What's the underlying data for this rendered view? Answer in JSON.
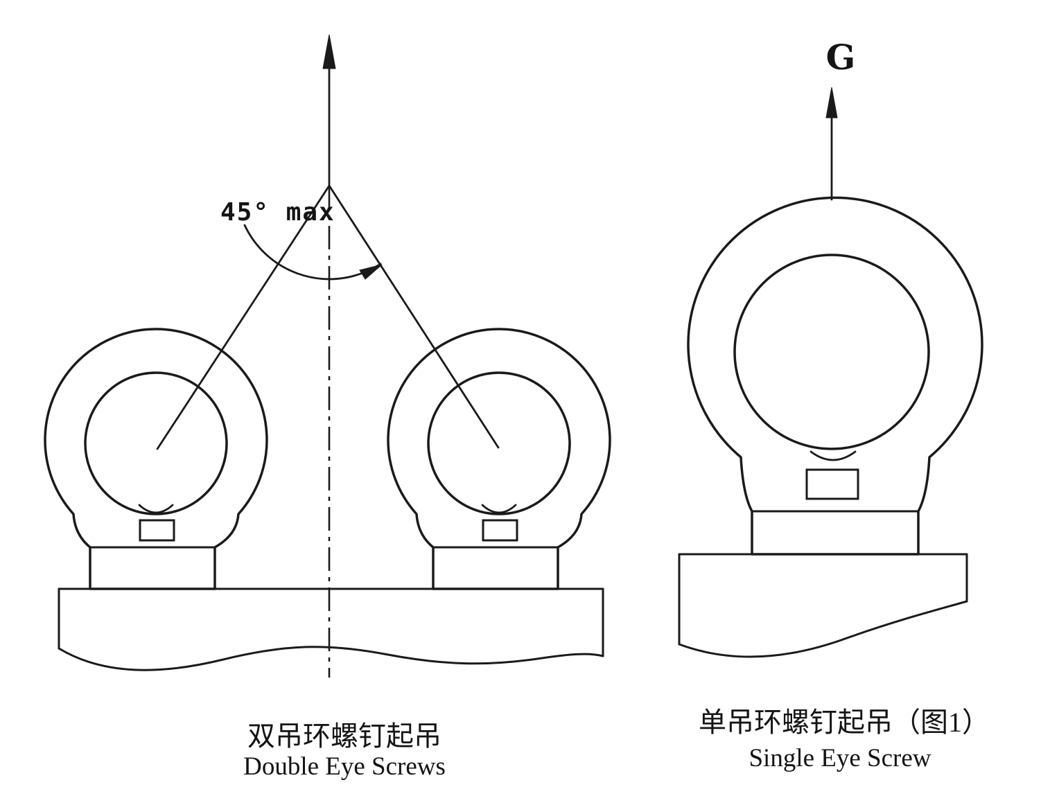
{
  "diagram": {
    "left": {
      "angle_label": "45° max",
      "caption_zh": "双吊环螺钉起吊",
      "caption_en": "Double Eye Screws"
    },
    "right": {
      "force_label": "G",
      "caption_zh": "单吊环螺钉起吊（图1）",
      "caption_en": "Single Eye Screw"
    },
    "colors": {
      "line": "#1a1a1a",
      "background": "#ffffff"
    }
  }
}
